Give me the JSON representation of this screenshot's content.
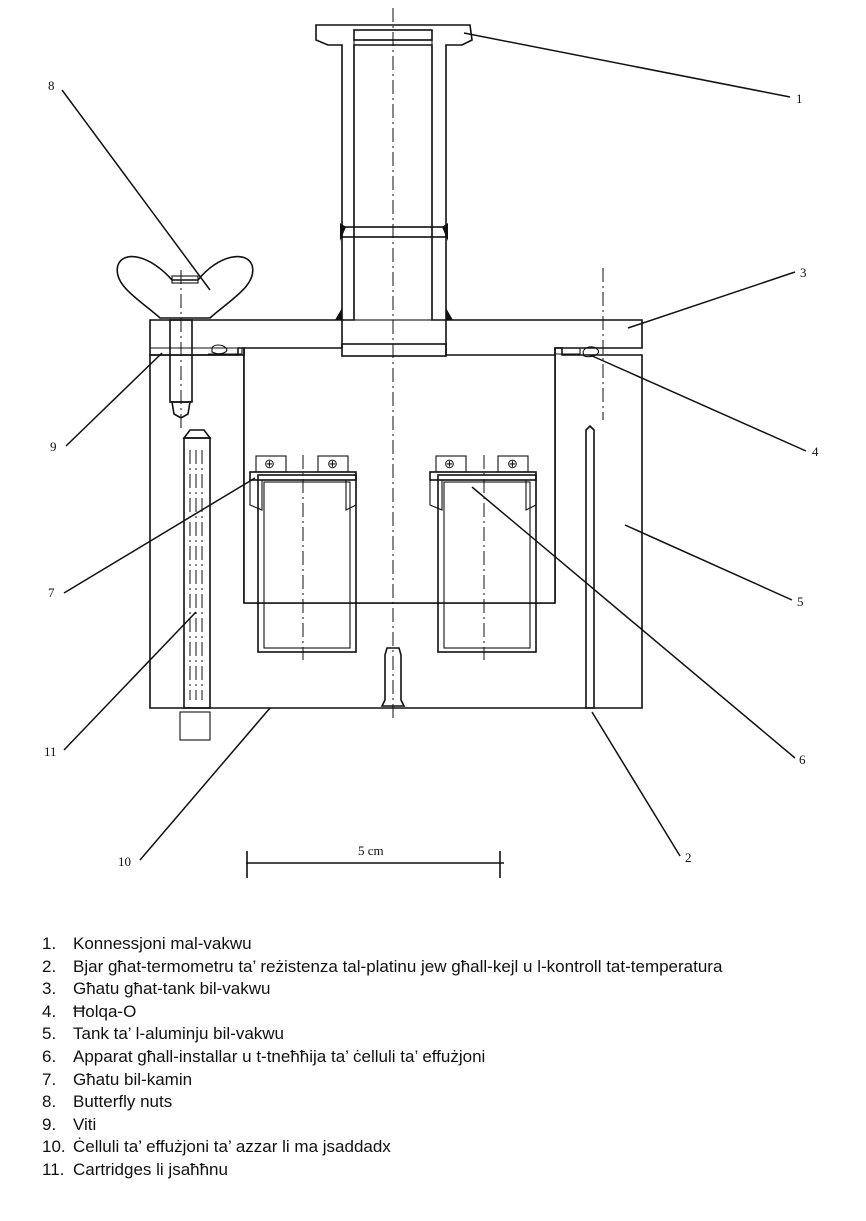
{
  "diagram": {
    "title": "Vacuum tank with effusion cells (cross-section)",
    "callouts": [
      "1",
      "2",
      "3",
      "4",
      "5",
      "6",
      "7",
      "8",
      "9",
      "10",
      "11"
    ],
    "scale_bar": {
      "label": "5 cm",
      "length_cm": 5
    }
  },
  "legend": [
    {
      "num": "1.",
      "text": "Konnessjoni mal-vakwu"
    },
    {
      "num": "2.",
      "text": "Bjar għat-termometru ta’ reżistenza tal-platinu jew għall-kejl u l-kontroll tat-temperatura"
    },
    {
      "num": "3.",
      "text": "Għatu għat-tank bil-vakwu"
    },
    {
      "num": "4.",
      "text": "Ħolqa-O"
    },
    {
      "num": "5.",
      "text": "Tank ta’ l-aluminju bil-vakwu"
    },
    {
      "num": "6.",
      "text": "Apparat għall-installar u t-tneħħija ta’ ċelluli ta’ effużjoni"
    },
    {
      "num": "7.",
      "text": "Għatu bil-kamin"
    },
    {
      "num": "8.",
      "text": "Butterfly nuts"
    },
    {
      "num": "9.",
      "text": "Viti"
    },
    {
      "num": "10.",
      "text": "Ċelluli ta’ effużjoni ta’ azzar li ma jsaddadx"
    },
    {
      "num": "11.",
      "text": "Cartridges li jsaħħnu"
    }
  ]
}
